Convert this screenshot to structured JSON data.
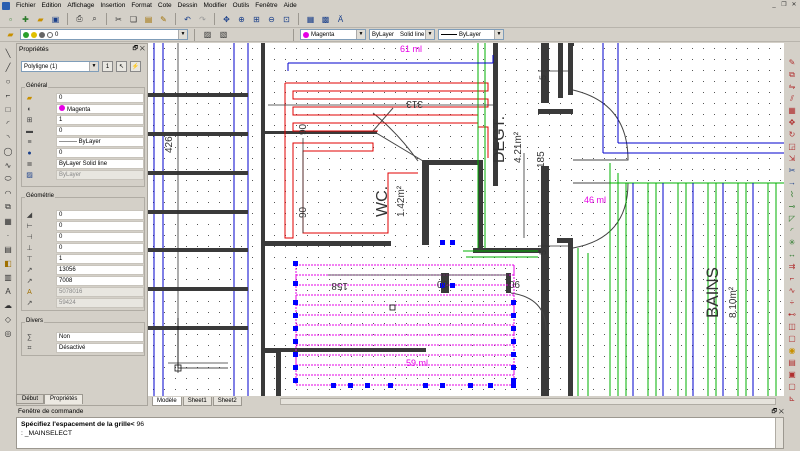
{
  "menu": [
    "Fichier",
    "Edition",
    "Affichage",
    "Insertion",
    "Format",
    "Cote",
    "Dessin",
    "Modifier",
    "Outils",
    "Fenêtre",
    "Aide"
  ],
  "toolbar2": {
    "layer_value": "0",
    "color_value": "Magenta",
    "linetype_value": "ByLayer",
    "linestyle_value": "Solid line",
    "lineweight_value": "ByLayer"
  },
  "properties": {
    "title": "Propriétés",
    "selection": "Polyligne (1)",
    "general_title": "Général",
    "general": [
      {
        "icon": "layer-icon",
        "value": "0"
      },
      {
        "icon": "color-icon",
        "value": "Magenta"
      },
      {
        "icon": "linetype-scale-icon",
        "value": "1"
      },
      {
        "icon": "thickness-icon",
        "value": "0"
      },
      {
        "icon": "linetype-icon",
        "value": "ByLayer"
      },
      {
        "icon": "plotstyle-icon",
        "value": "0"
      },
      {
        "icon": "lineweight-icon",
        "value": "ByLayer    Solid line"
      },
      {
        "icon": "transparency-icon",
        "value": "ByLayer"
      }
    ],
    "geometry_title": "Géométrie",
    "geometry": [
      "0",
      "0",
      "0",
      "0",
      "1",
      "13056",
      "7008",
      "5078016",
      "59424"
    ],
    "misc_title": "Divers",
    "misc": [
      "Non",
      "Désactivé"
    ],
    "tabs": [
      "Début",
      "Propriétés"
    ]
  },
  "drawing": {
    "labels": {
      "top_area": "61 ml",
      "wc_name": "WC.",
      "wc_area": "1.42m²",
      "degt_name": "DEGT.",
      "degt_area": "4.21m²",
      "bains_name": "BAINS",
      "bains_area": "8.10m²",
      "bains_ml": "46 ml",
      "sel_ml": "59 ml",
      "dim_426": "426",
      "dim_313": "313",
      "dim_90a": "90",
      "dim_90b": "90",
      "dim_185": "185",
      "dim_158": "158",
      "dim_60": "60",
      "dim_90c": "90",
      "dim_5a": "5",
      "dim_5b": "5"
    },
    "tabs": [
      "Modèle",
      "Sheet1",
      "Sheet2"
    ]
  },
  "command": {
    "title": "Fenêtre de commande",
    "line1_prompt": "Spécifiez l'espacement de la grille<",
    "line1_value": " 96",
    "line2": ": _MAINSELECT"
  },
  "colors": {
    "magenta": "#e600e6",
    "red": "#e00000",
    "blue": "#0000cc",
    "green": "#00b000",
    "wall": "#3a3a3a"
  }
}
